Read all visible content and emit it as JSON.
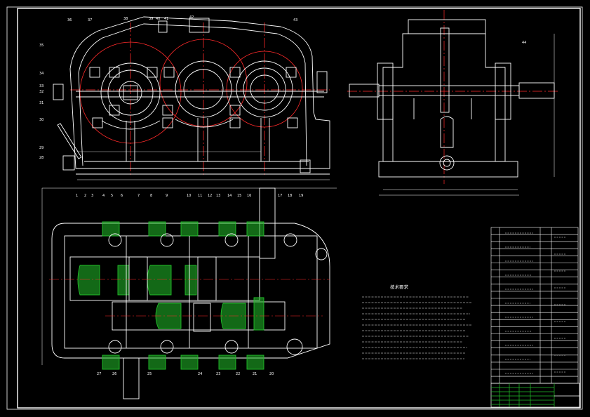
{
  "drawing": {
    "background": "#000000",
    "line_color": "#ffffff",
    "center_line_color": "#ff2a2a",
    "hatch_color": "#22c02a",
    "dim_color": "#ffffff"
  },
  "front_view_labels": [
    "36",
    "37",
    "38",
    "39",
    "40",
    "41",
    "42",
    "43",
    "35",
    "34",
    "33",
    "32",
    "31",
    "30",
    "29",
    "28",
    "44"
  ],
  "plan_view_labels_top": [
    "1",
    "2",
    "3",
    "4",
    "5",
    "6",
    "7",
    "8",
    "9",
    "10",
    "11",
    "12",
    "13",
    "14",
    "15",
    "16",
    "17",
    "18",
    "19"
  ],
  "plan_view_labels_bottom": [
    "27",
    "26",
    "25",
    "24",
    "23",
    "22",
    "21",
    "20"
  ],
  "technical_requirements": {
    "title": "技术要求"
  }
}
